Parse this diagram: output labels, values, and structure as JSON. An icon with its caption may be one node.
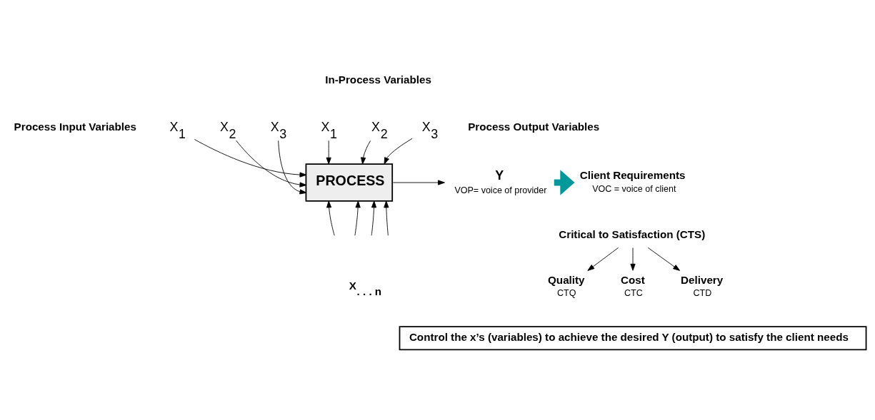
{
  "diagram": {
    "nodes": [
      {
        "text": [
          "PROCESS"
        ]
      },
      {
        "text": [
          "X$_{1}$"
        ]
      },
      {
        "text": [
          "X$_{2}$"
        ]
      },
      {
        "text": [
          "X$_{3}$"
        ]
      },
      {
        "text": [
          "X$_{1}$"
        ]
      },
      {
        "text": [
          "X$_{2}$"
        ]
      },
      {
        "text": [
          "X$_{3}$"
        ]
      },
      {
        "text": [
          "Y"
        ],
        "beside": [
          "VOP= voice of provider"
        ]
      },
      {
        "text": [
          "Client Requirements"
        ],
        "beside": [
          "VOC = voice of client"
        ]
      },
      {
        "text": [
          "Critical to Satisfaction (CTS)"
        ]
      },
      {
        "text": [
          "Quality",
          "CTQ"
        ]
      },
      {
        "text": [
          "Cost",
          "CTC"
        ]
      },
      {
        "text": [
          "Delivery",
          "CTD"
        ]
      },
      {
        "text": [
          "Control the x’s (variables) to achieve the desired Y (output) to satisfy the client needs"
        ]
      }
    ],
    "edges": [
      {
        "from": 1,
        "to": 0,
        "arrow": "to"
      },
      {
        "from": 2,
        "to": 0,
        "arrow": "to"
      },
      {
        "from": 3,
        "to": 0,
        "arrow": "to"
      },
      {
        "from": 4,
        "to": 0,
        "arrow": "to"
      },
      {
        "from": 5,
        "to": 0,
        "arrow": "to"
      },
      {
        "from": 6,
        "to": 0,
        "arrow": "to"
      },
      {
        "from": null,
        "to": 0,
        "arrow": "to"
      },
      {
        "from": null,
        "to": 0,
        "arrow": "to"
      },
      {
        "from": null,
        "to": 0,
        "arrow": "to"
      },
      {
        "from": null,
        "to": 0,
        "arrow": "to"
      },
      {
        "from": 0,
        "to": 7,
        "arrow": "to"
      },
      {
        "from": 7,
        "to": 8,
        "arrow": "to",
        "style": "thick",
        "color": "#009999"
      },
      {
        "from": 9,
        "to": 10,
        "arrow": "to"
      },
      {
        "from": 9,
        "to": 11,
        "arrow": "to"
      },
      {
        "from": 9,
        "to": 12,
        "arrow": "to"
      }
    ],
    "labels": [
      "In-Process Variables",
      "Process Output Variables",
      "Process Input Variables",
      "X$_{. . . n}$"
    ]
  }
}
